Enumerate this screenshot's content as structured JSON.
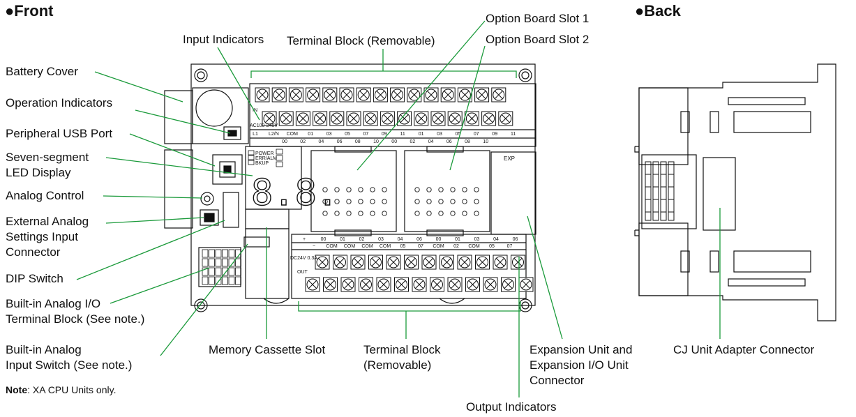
{
  "headers": {
    "front": "●Front",
    "back": "●Back"
  },
  "labels": {
    "battery_cover": "Battery Cover",
    "operation_indicators": "Operation Indicators",
    "peripheral_usb": "Peripheral USB Port",
    "seven_segment_1": "Seven-segment",
    "seven_segment_2": "LED Display",
    "analog_control": "Analog Control",
    "ext_analog_1": "External Analog",
    "ext_analog_2": "Settings Input",
    "ext_analog_3": "Connector",
    "dip_switch": "DIP Switch",
    "builtin_io_1": "Built-in Analog I/O",
    "builtin_io_2": "Terminal Block (See note.)",
    "builtin_input_1": "Built-in Analog",
    "builtin_input_2": "Input Switch (See note.)",
    "input_indicators": "Input Indicators",
    "terminal_top": "Terminal Block (Removable)",
    "option_slot_1": "Option Board Slot 1",
    "option_slot_2": "Option Board Slot 2",
    "memory_cassette": "Memory Cassette Slot",
    "terminal_bottom_1": "Terminal Block",
    "terminal_bottom_2": "(Removable)",
    "expansion_1": "Expansion Unit and",
    "expansion_2": "Expansion I/O Unit",
    "expansion_3": "Connector",
    "output_indicators": "Output Indicators",
    "cj_adapter": "CJ Unit Adapter Connector"
  },
  "note": {
    "bold": "Note",
    "text": ": XA CPU Units only."
  },
  "device": {
    "in_label": "IN",
    "ac_label": "AC100-240V",
    "power_label": "POWER",
    "err_label": "ERR/ALM",
    "bkup_label": "BKUP",
    "exp_label": "EXP",
    "seg_display": "8.8.",
    "top_terminals": [
      "L1",
      "L2/N",
      "COM",
      "01",
      "03",
      "05",
      "07",
      "09",
      "11",
      "01",
      "03",
      "05",
      "07",
      "09",
      "11"
    ],
    "top_terminals_2": [
      "00",
      "02",
      "04",
      "06",
      "08",
      "10",
      "00",
      "02",
      "04",
      "06",
      "08",
      "10"
    ],
    "bottom_terminals_1": [
      "+",
      "00",
      "01",
      "02",
      "03",
      "04",
      "06",
      "00",
      "01",
      "03",
      "04",
      "06"
    ],
    "bottom_terminals_2": [
      "−",
      "COM",
      "COM",
      "COM",
      "COM",
      "05",
      "07",
      "COM",
      "02",
      "COM",
      "05",
      "07"
    ],
    "dc_out_label": "DC24V 0.3A",
    "out_label": "OUT"
  }
}
